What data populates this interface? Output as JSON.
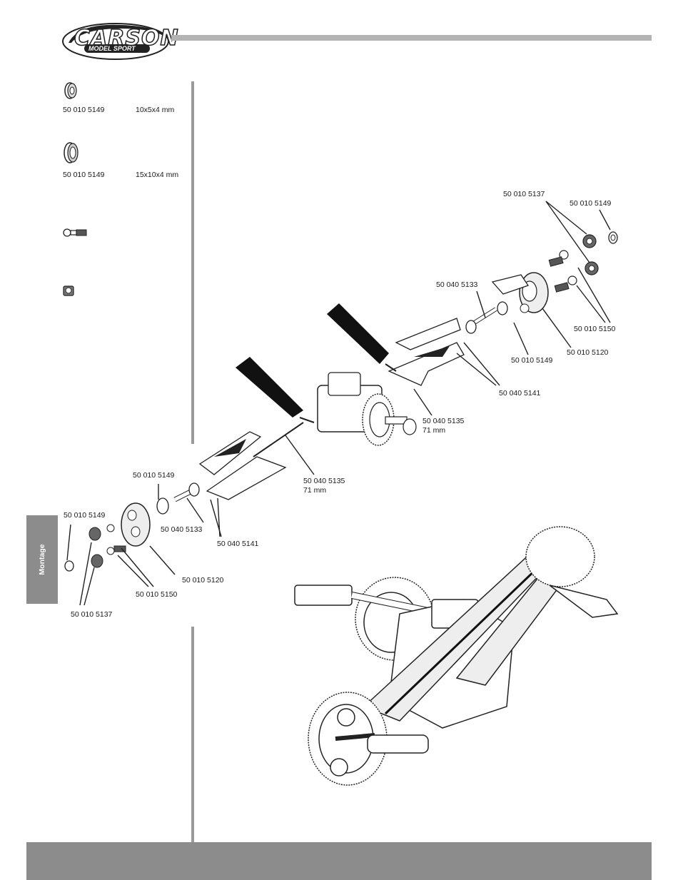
{
  "brand": {
    "name": "CARSON",
    "tagline": "MODEL SPORT"
  },
  "sidebar": {
    "tab_label": "Montage"
  },
  "parts_legend": [
    {
      "part_no": "50 010 5149",
      "size": "10x5x4 mm"
    },
    {
      "part_no": "50 010 5149",
      "size": "15x10x4 mm"
    },
    {
      "part_no": "",
      "size": ""
    },
    {
      "part_no": "",
      "size": ""
    }
  ],
  "callouts": {
    "r_5137": "50 010 5137",
    "r_5149": "50 010 5149",
    "r_5133": "50 040 5133",
    "r_5150": "50 010 5150",
    "r_5149b": "50 010 5149",
    "r_5120": "50 010 5120",
    "r_5141": "50 040 5141",
    "r_5135": "50 040 5135",
    "r_5135_len": "71 mm",
    "l_5135": "50 040 5135",
    "l_5135_len": "71 mm",
    "l_5149": "50 010 5149",
    "l_5149b": "50 010 5149",
    "l_5133": "50 040 5133",
    "l_5141": "50 040 5141",
    "l_5120": "50 010 5120",
    "l_5150": "50 010 5150",
    "l_5137": "50 010 5137"
  }
}
